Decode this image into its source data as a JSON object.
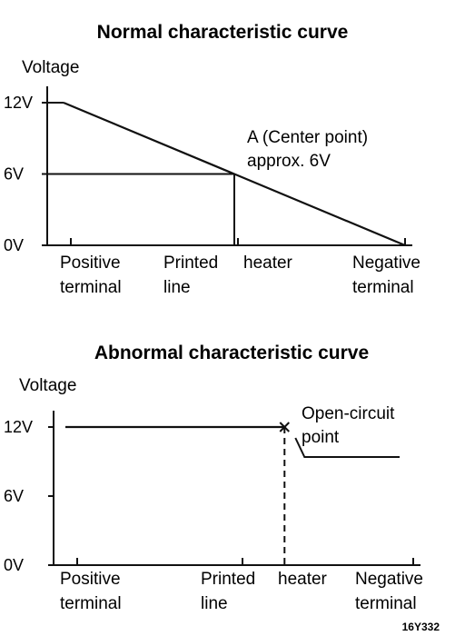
{
  "code": "16Y332",
  "chart_data": [
    {
      "type": "line",
      "title": "Normal characteristic curve",
      "ylabel": "Voltage",
      "y_ticks": [
        "0V",
        "6V",
        "12V"
      ],
      "ylim": [
        0,
        12
      ],
      "x_positions": [
        {
          "label_lines": [
            "Positive",
            "terminal"
          ]
        },
        {
          "label_lines": [
            "Printed",
            "line"
          ]
        },
        {
          "label_lines": [
            "heater"
          ]
        },
        {
          "label_lines": [
            "Negative",
            "terminal"
          ]
        }
      ],
      "series": [
        {
          "points": [
            {
              "x": 0,
              "y": 12
            },
            {
              "x": 0.5,
              "y": 6
            },
            {
              "x": 1,
              "y": 0
            }
          ]
        }
      ],
      "annotation": {
        "lines": [
          "A (Center point)",
          "approx. 6V"
        ],
        "x": 0.5,
        "y": 6
      }
    },
    {
      "type": "line",
      "title": "Abnormal characteristic curve",
      "ylabel": "Voltage",
      "y_ticks": [
        "0V",
        "6V",
        "12V"
      ],
      "ylim": [
        0,
        12
      ],
      "x_positions": [
        {
          "label_lines": [
            "Positive",
            "terminal"
          ]
        },
        {
          "label_lines": [
            "Printed",
            "line"
          ]
        },
        {
          "label_lines": [
            "heater"
          ]
        },
        {
          "label_lines": [
            "Negative",
            "terminal"
          ]
        }
      ],
      "series": [
        {
          "points": [
            {
              "x": 0,
              "y": 12
            },
            {
              "x": 0.63,
              "y": 12
            }
          ]
        }
      ],
      "drop_x": 0.63,
      "annotation": {
        "lines": [
          "Open-circuit",
          "point"
        ],
        "x": 0.63,
        "y": 12
      }
    }
  ]
}
